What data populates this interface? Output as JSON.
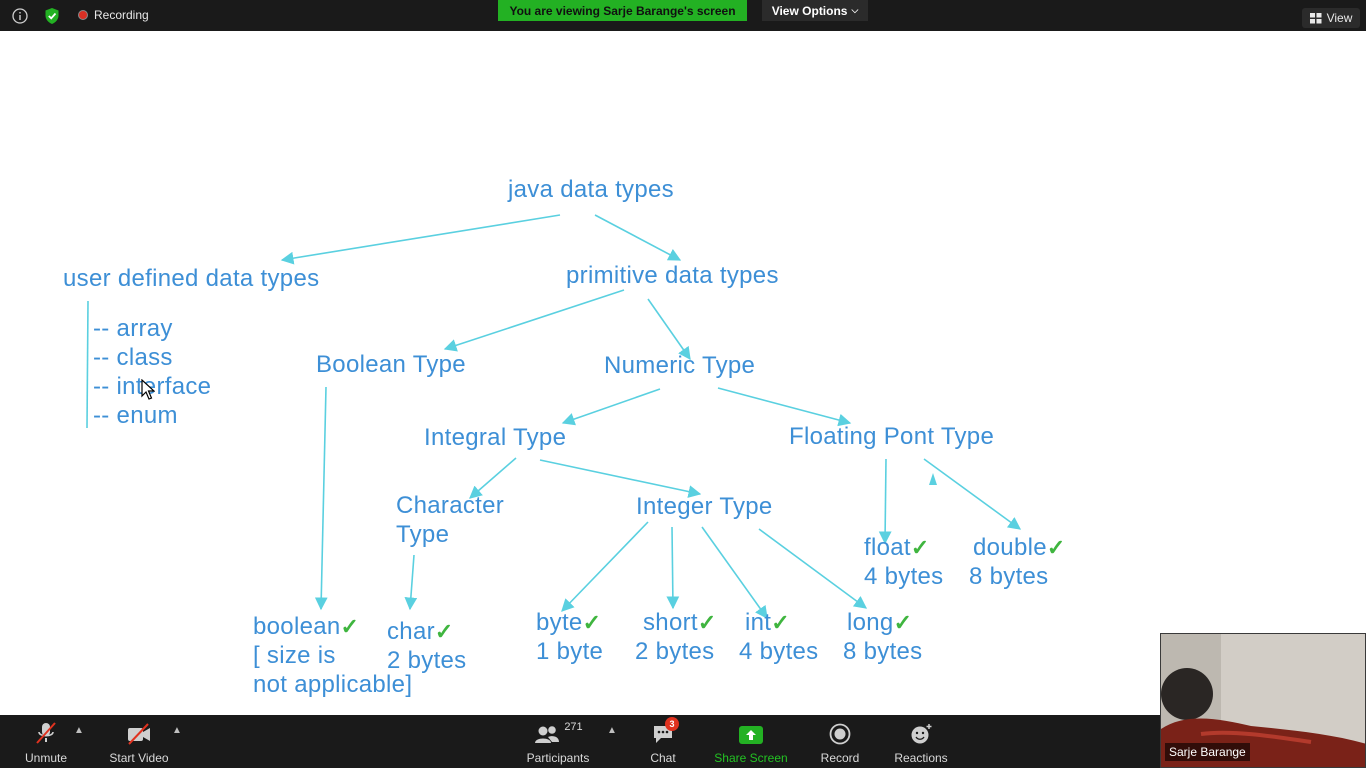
{
  "top_bar": {
    "recording_label": "Recording",
    "viewing_banner": "You are viewing Sarje Barange's screen",
    "view_options_label": "View Options",
    "view_label": "View"
  },
  "diagram": {
    "root": "java data types",
    "user_defined": "user defined data types",
    "user_defined_items": [
      "-- array",
      "-- class",
      "-- interface",
      "-- enum"
    ],
    "primitive": "primitive data types",
    "boolean_type": "Boolean Type",
    "numeric_type": "Numeric Type",
    "integral_type": "Integral Type",
    "floating_type": "Floating Pont Type",
    "character_type_line1": "Character",
    "character_type_line2": "Type",
    "integer_type": "Integer Type",
    "boolean_leaf": "boolean",
    "boolean_size_line1": "[ size is",
    "boolean_size_line2": "not applicable]",
    "char_leaf": "char",
    "char_size": "2 bytes",
    "byte_leaf": "byte",
    "byte_size": "1 byte",
    "short_leaf": "short",
    "short_size": "2 bytes",
    "int_leaf": "int",
    "int_size": "4 bytes",
    "long_leaf": "long",
    "long_size": "8 bytes",
    "float_leaf": "float",
    "float_size": "4 bytes",
    "double_leaf": "double",
    "double_size": "8 bytes",
    "check_mark": "✓"
  },
  "colors": {
    "diagram_text": "#3d8fd6",
    "arrows": "#5ad0e0",
    "check": "#3fb53f",
    "banner_green": "#23b123",
    "toolbar_bg": "#1a1a1a"
  },
  "toolbar": {
    "unmute": "Unmute",
    "start_video": "Start Video",
    "participants": "Participants",
    "participant_count": "271",
    "chat": "Chat",
    "chat_badge": "3",
    "share_screen": "Share Screen",
    "record": "Record",
    "reactions": "Reactions"
  },
  "self_view": {
    "name": "Sarje Barange"
  }
}
